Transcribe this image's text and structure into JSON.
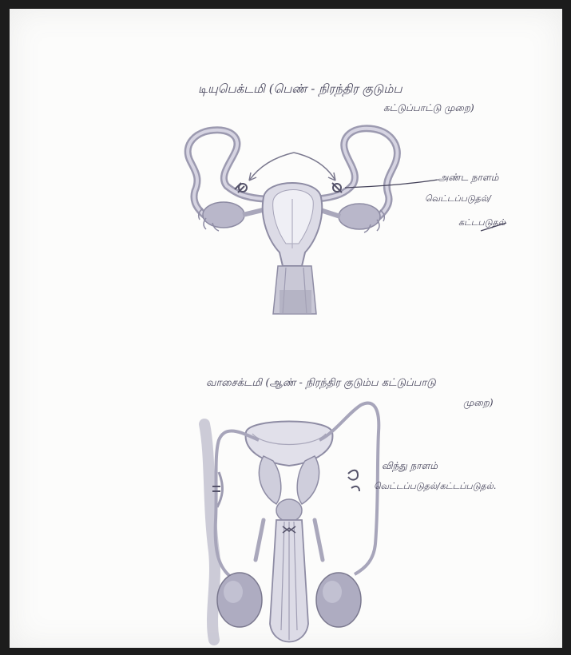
{
  "page": {
    "background": "#1c1c1c",
    "paper_color": "#fcfcfb",
    "ink_color": "#45435a",
    "tissue_color": "#b8b6c8"
  },
  "female_section": {
    "title_line1": "டியுபெக்டமி (பெண் - நிரந்திர குடும்ப",
    "title_line2": "கட்டுப்பாட்டு முறை)",
    "label_line1": "அண்ட நாளம்",
    "label_line2": "வெட்டப்படுதல்/",
    "label_line3": "கட்டபடுதல்"
  },
  "male_section": {
    "title_line1": "வாசைக்டமி (ஆண் - நிரந்திர குடும்ப கட்டுப்பாடு",
    "title_line2": "முறை)",
    "label_line1": "விந்து நாளம்",
    "label_line2": "வெட்டப்படுதல்/கட்டப்படுதல்."
  }
}
